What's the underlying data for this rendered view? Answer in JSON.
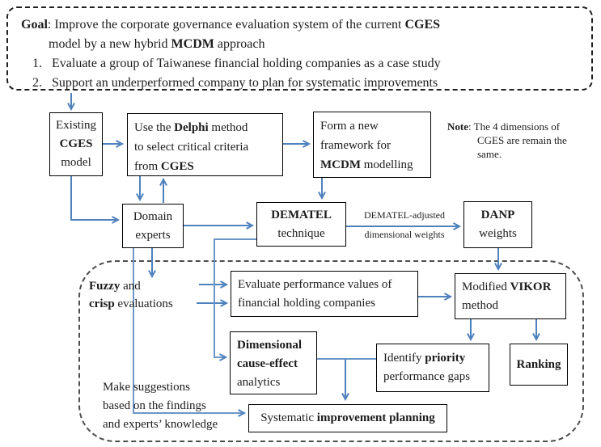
{
  "figure": {
    "goal": {
      "label": "Goal",
      "line1_rest": ": Improve the corporate governance evaluation system of the current ",
      "line1_bold_end": "CGES",
      "line2_pre": "model by a new hybrid ",
      "line2_bold": "MCDM",
      "line2_post": " approach",
      "item1_num": "1.",
      "item1_text": "Evaluate a group of Taiwanese financial holding companies as a case study",
      "item2_num": "2.",
      "item2_text": "Support an underperformed company to plan for systematic improvements"
    },
    "note": {
      "label": "Note",
      "line1_rest": ": The 4 dimensions of",
      "line2": "CGES are remain the",
      "line3": "same."
    },
    "boxes": {
      "existing_cges": {
        "line1": "Existing",
        "line2": "CGES",
        "line3": "model"
      },
      "delphi": {
        "line1_pre": "Use the ",
        "line1_bold": "Delphi",
        "line1_post": " method",
        "line2": "to select critical criteria",
        "line3_pre": "from ",
        "line3_bold": "CGES"
      },
      "framework": {
        "line1": "Form a new",
        "line2": "framework for",
        "line3_bold": "MCDM",
        "line3_post": " modelling"
      },
      "domain_experts": {
        "line1": "Domain",
        "line2": "experts"
      },
      "dematel": {
        "line1_bold": "DEMATEL",
        "line2": "technique"
      },
      "danp": {
        "line1_bold": "DANP",
        "line2": "weights"
      },
      "evaluate": {
        "line1": "Evaluate performance values of",
        "line2": "financial holding companies"
      },
      "vikor": {
        "line1_pre": "Modified ",
        "line1_bold": "VIKOR",
        "line2": "method"
      },
      "dimensional": {
        "line1_bold": "Dimensional",
        "line2_bold": "cause-effect",
        "line3": "analytics"
      },
      "identify": {
        "line1_pre": "Identify ",
        "line1_bold": "priority",
        "line2": "performance gaps"
      },
      "ranking": {
        "label_bold": "Ranking"
      },
      "systematic": {
        "pre": "Systematic ",
        "bold": "improvement planning"
      }
    },
    "annotations": {
      "fuzzy": {
        "line1_bold": "Fuzzy",
        "line1_rest": " and",
        "line2_bold": "crisp",
        "line2_rest": " evaluations"
      },
      "suggestions": {
        "line1": "Make suggestions",
        "line2": "based on the findings",
        "line3": "and experts’ knowledge"
      },
      "dematel_weights_label": {
        "line1": "DEMATEL-adjusted",
        "line2": "dimensional weights"
      }
    },
    "palette": {
      "arrow_blue": "#4f81bd",
      "box_border": "#000000",
      "goal_dash": "#1f1f1f",
      "region_dash": "#4d4d4d",
      "background": "#ffffff"
    }
  }
}
